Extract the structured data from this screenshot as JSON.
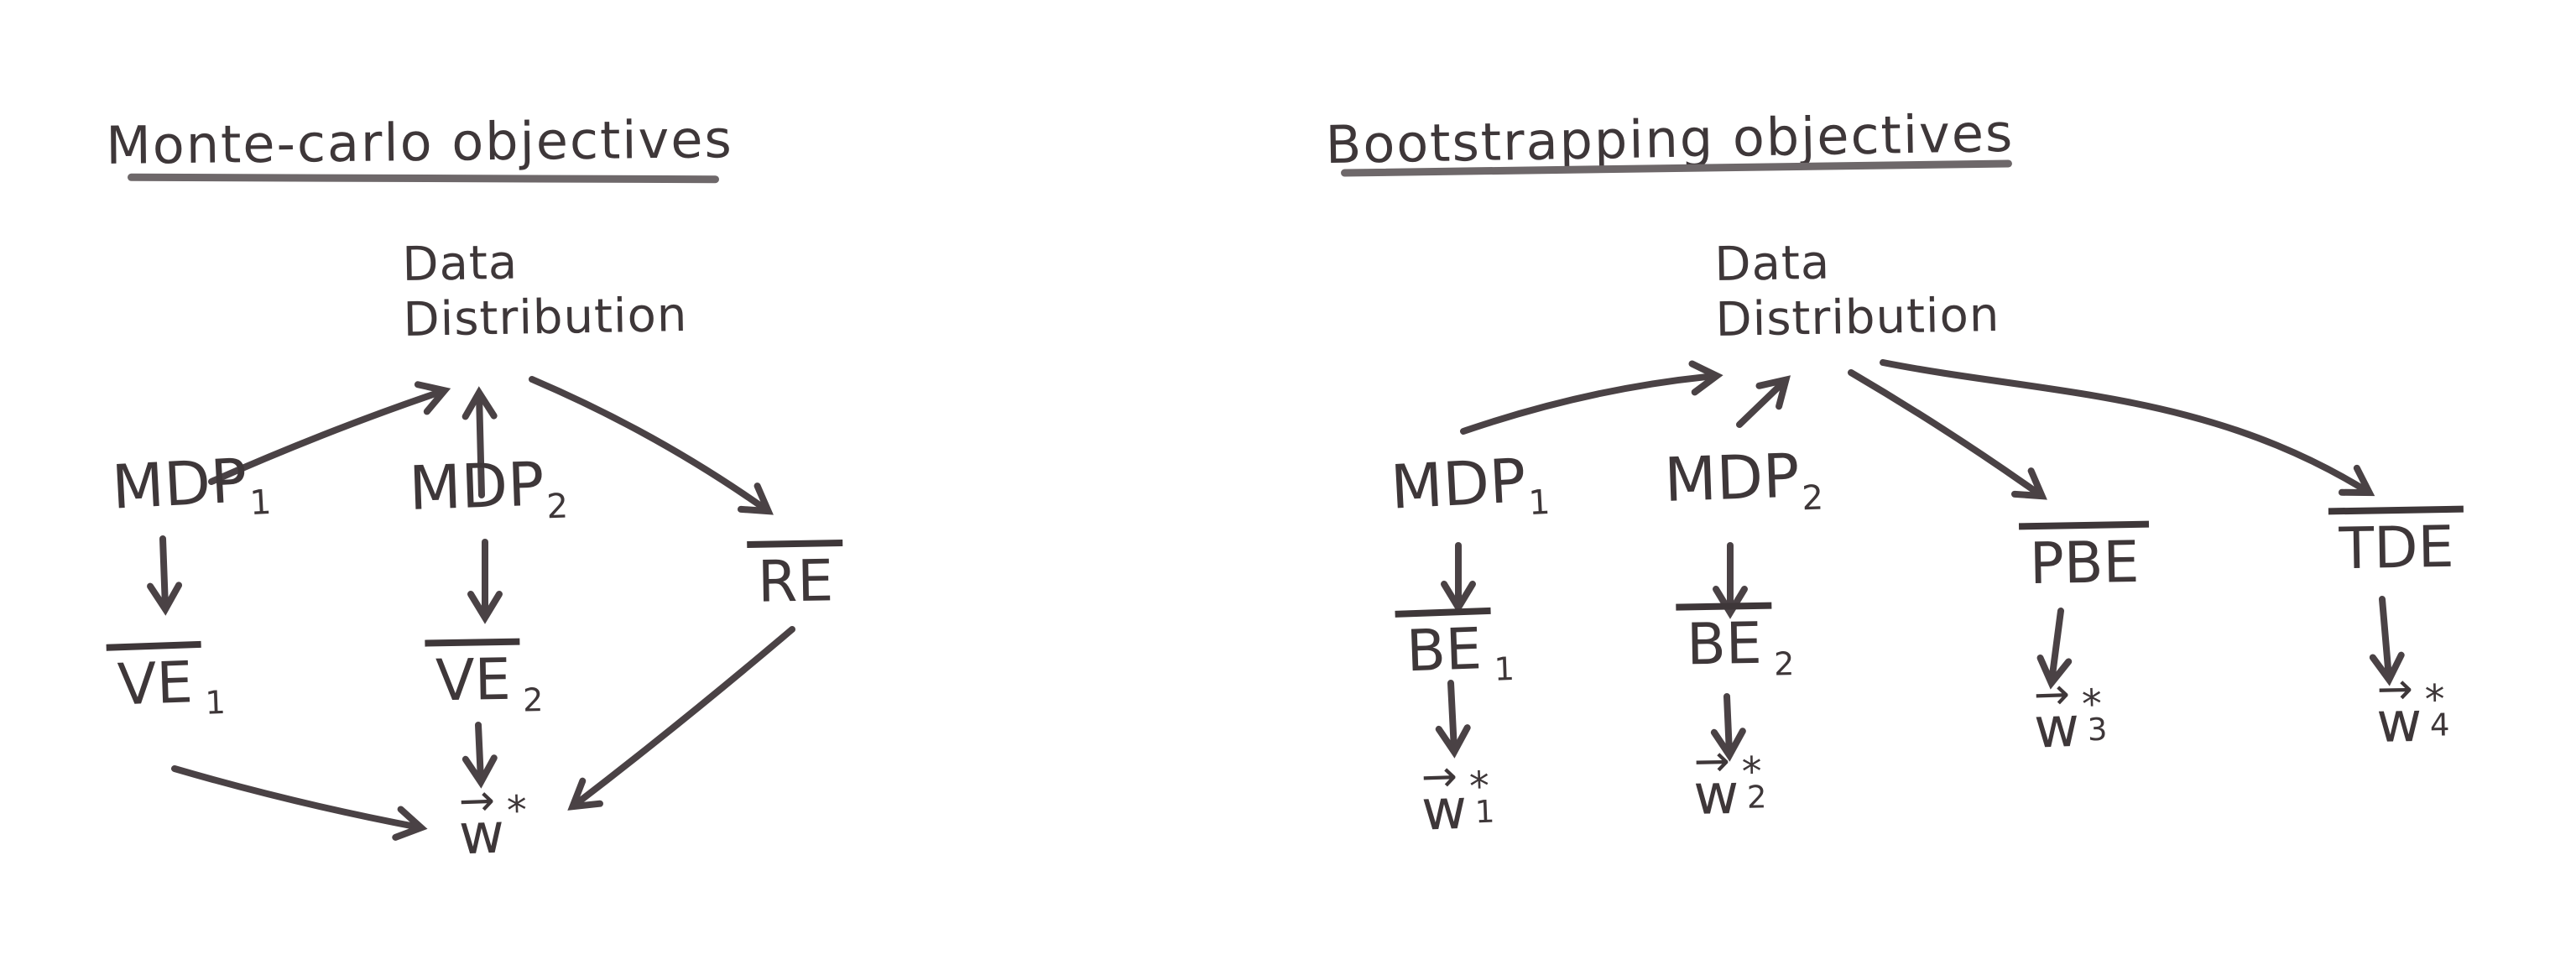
{
  "ink_color": "#3e3739",
  "underline_color": "#6e686a",
  "panels": [
    {
      "title": "Monte-carlo objectives",
      "nodes": {
        "data_distribution": {
          "line1": "Data",
          "line2": "Distribution"
        },
        "mdp1": {
          "base": "MDP",
          "sub": "1"
        },
        "mdp2": {
          "base": "MDP",
          "sub": "2"
        },
        "ve1": {
          "base": "VE",
          "sub": "1",
          "overline": true
        },
        "ve2": {
          "base": "VE",
          "sub": "2",
          "overline": true
        },
        "re": {
          "base": "RE",
          "overline": true
        },
        "w_star": {
          "vec": "→",
          "base": "w",
          "sup": "*"
        }
      },
      "edges": [
        {
          "from": "mdp1",
          "to": "data_distribution"
        },
        {
          "from": "mdp2",
          "to": "data_distribution"
        },
        {
          "from": "data_distribution",
          "to": "re"
        },
        {
          "from": "mdp1",
          "to": "ve1"
        },
        {
          "from": "mdp2",
          "to": "ve2"
        },
        {
          "from": "ve1",
          "to": "w_star"
        },
        {
          "from": "ve2",
          "to": "w_star"
        },
        {
          "from": "re",
          "to": "w_star"
        }
      ]
    },
    {
      "title": "Bootstrapping objectives",
      "nodes": {
        "data_distribution": {
          "line1": "Data",
          "line2": "Distribution"
        },
        "mdp1": {
          "base": "MDP",
          "sub": "1"
        },
        "mdp2": {
          "base": "MDP",
          "sub": "2"
        },
        "be1": {
          "base": "BE",
          "sub": "1",
          "overline": true
        },
        "be2": {
          "base": "BE",
          "sub": "2",
          "overline": true
        },
        "pbe": {
          "base": "PBE",
          "overline": true
        },
        "tde": {
          "base": "TDE",
          "overline": true
        },
        "w1": {
          "vec": "→",
          "base": "w",
          "sub": "1",
          "sup": "*"
        },
        "w2": {
          "vec": "→",
          "base": "w",
          "sub": "2",
          "sup": "*"
        },
        "w3": {
          "vec": "→",
          "base": "w",
          "sub": "3",
          "sup": "*"
        },
        "w4": {
          "vec": "→",
          "base": "w",
          "sub": "4",
          "sup": "*"
        }
      },
      "edges": [
        {
          "from": "mdp1",
          "to": "data_distribution"
        },
        {
          "from": "mdp2",
          "to": "data_distribution"
        },
        {
          "from": "data_distribution",
          "to": "pbe"
        },
        {
          "from": "data_distribution",
          "to": "tde"
        },
        {
          "from": "mdp1",
          "to": "be1"
        },
        {
          "from": "mdp2",
          "to": "be2"
        },
        {
          "from": "be1",
          "to": "w1"
        },
        {
          "from": "be2",
          "to": "w2"
        },
        {
          "from": "pbe",
          "to": "w3"
        },
        {
          "from": "tde",
          "to": "w4"
        }
      ]
    }
  ]
}
